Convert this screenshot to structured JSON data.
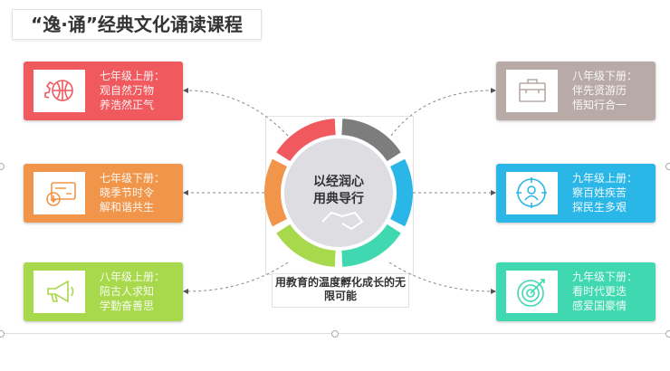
{
  "title": "“逸·诵”经典文化诵读课程",
  "center": {
    "line1": "以经润心",
    "line2": "用典导行",
    "caption": "用教育的温度孵化成长的无限可能"
  },
  "cards": [
    {
      "grade": "七年级上册：",
      "l1": "观自然万物",
      "l2": "养浩然正气",
      "color": "#f0595e",
      "icon": "gear-globe-icon"
    },
    {
      "grade": "七年级下册：",
      "l1": "晓季节时令",
      "l2": "解和谐共生",
      "color": "#f0954a",
      "icon": "card-download-icon"
    },
    {
      "grade": "八年级上册：",
      "l1": "陪古人求知",
      "l2": "学勤奋善思",
      "color": "#a8d84b",
      "icon": "megaphone-icon"
    },
    {
      "grade": "八年级下册：",
      "l1": "伴先贤游历",
      "l2": "悟知行合一",
      "color": "#b8aaa6",
      "icon": "briefcase-icon"
    },
    {
      "grade": "九年级上册：",
      "l1": "察百姓疾苦",
      "l2": "探民生多艰",
      "color": "#2ab6e6",
      "icon": "people-target-icon"
    },
    {
      "grade": "九年级下册：",
      "l1": "看时代更迭",
      "l2": "感爱国豪情",
      "color": "#3fd8b0",
      "icon": "target-arrow-icon"
    }
  ],
  "ring_colors": [
    "#7d7d7d",
    "#2ab6e6",
    "#3fd8b0",
    "#a8d84b",
    "#f0954a",
    "#f0595e"
  ]
}
